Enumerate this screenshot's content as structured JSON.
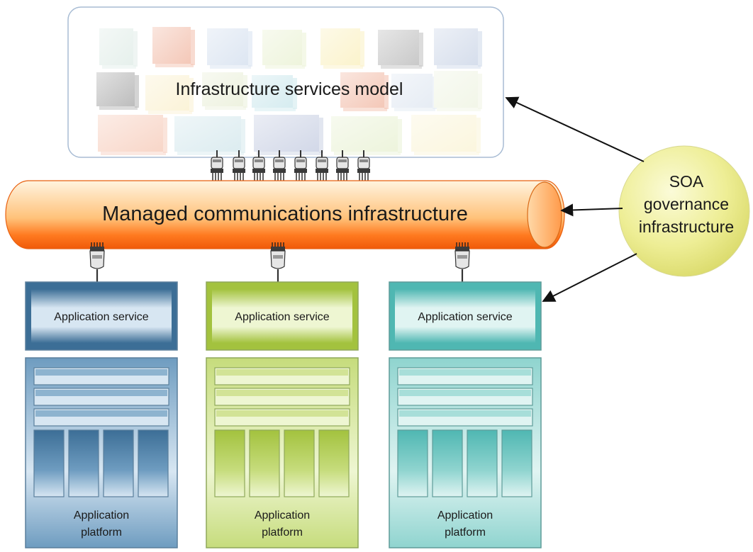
{
  "infrastructure_model": {
    "label": "Infrastructure services model"
  },
  "bus": {
    "label": "Managed communications infrastructure"
  },
  "governance": {
    "line1": "SOA",
    "line2": "governance",
    "line3": "infrastructure"
  },
  "columns": [
    {
      "service_label": "Application service",
      "platform_line1": "Application",
      "platform_line2": "platform",
      "colors": {
        "dark": "#3c6e96",
        "mid": "#6e9cc0",
        "light": "#d7e6f2",
        "border": "#5a7f9c"
      }
    },
    {
      "service_label": "Application service",
      "platform_line1": "Application",
      "platform_line2": "platform",
      "colors": {
        "dark": "#a3c23e",
        "mid": "#c6dc7c",
        "light": "#eef6d2",
        "border": "#8fa85a"
      }
    },
    {
      "service_label": "Application service",
      "platform_line1": "Application",
      "platform_line2": "platform",
      "colors": {
        "dark": "#4fb7b2",
        "mid": "#8fd4cf",
        "light": "#e0f4f2",
        "border": "#5f9c99"
      }
    }
  ],
  "block_colors": [
    "#e6f0ec",
    "#f4c8b8",
    "#dde6f2",
    "#eef4dc",
    "#fbf3cc",
    "#c9c9c9",
    "#d6deec",
    "#bdbdbd",
    "#fbf3d8",
    "#eef2e0",
    "#d6ecf0",
    "#f4c8b8",
    "#e6ecf4",
    "#f2f6e8",
    "#f8d6c8",
    "#dcecf0",
    "#d2d8e8",
    "#edf4dc",
    "#fbf6de"
  ],
  "colors": {
    "bus_orange": "#ff6a10",
    "bus_light": "#fff2dc",
    "governance_yellow": "#e8e87a",
    "model_border": "#a8bcd4"
  }
}
